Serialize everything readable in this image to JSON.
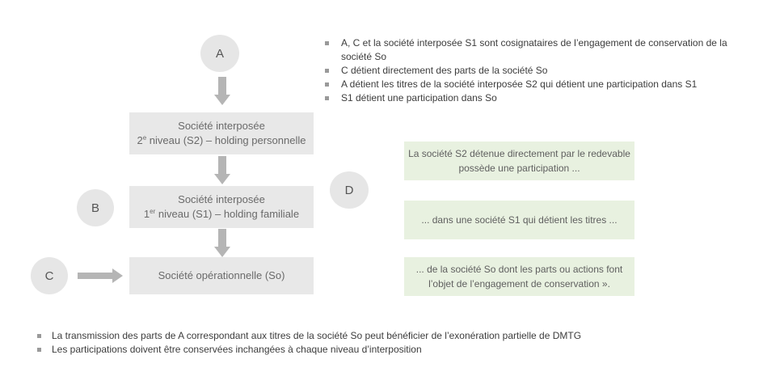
{
  "nodes": {
    "A": "A",
    "B": "B",
    "C": "C",
    "D": "D"
  },
  "boxes": {
    "s2": {
      "line1": "Société interposée",
      "line2_prefix": "2",
      "line2_sup": "e",
      "line2_rest": " niveau (S2) – holding personnelle"
    },
    "s1": {
      "line1": "Société interposée",
      "line2_prefix": "1",
      "line2_sup": "er",
      "line2_rest": " niveau (S1) – holding familiale"
    },
    "so": {
      "label": "Société opérationnelle (So)"
    }
  },
  "top_bullets": [
    "A, C et la société interposée S1 sont cosignataires de l’engagement de conservation de la société So",
    "C détient directement des parts de la société So",
    "A détient les titres de la société interposée S2 qui détient une participation dans S1",
    "S1 détient une participation dans So"
  ],
  "green_boxes": [
    {
      "line1": "La société S2 détenue directement par le redevable",
      "line2": "possède une participation ..."
    },
    {
      "line1": "... dans une société S1 qui détient les titres ..."
    },
    {
      "line1": "... de la société So dont les parts ou actions font",
      "line2": "l’objet de l’engagement de conservation »."
    }
  ],
  "bottom_bullets": [
    "La transmission des parts de A correspondant aux titres de la société So peut bénéficier de l’exonération partielle de DMTG",
    "Les participations doivent être conservées inchangées à chaque niveau d’interposition"
  ],
  "colors": {
    "node_fill": "#e6e6e6",
    "box_fill": "#e8e8e8",
    "green_fill": "#e8f1e0",
    "arrow": "#b5b5b5"
  }
}
